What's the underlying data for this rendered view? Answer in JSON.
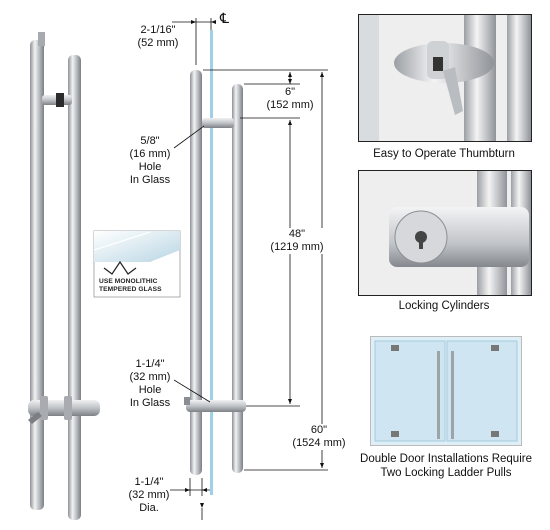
{
  "dimensions": {
    "offset": {
      "in": "2-1/16\"",
      "mm": "(52 mm)"
    },
    "centerline_symbol": "℄",
    "top_gap": {
      "in": "6\"",
      "mm": "(152 mm)"
    },
    "hole_top": {
      "in": "5/8\"",
      "mm": "(16 mm)",
      "l3": "Hole",
      "l4": "In Glass"
    },
    "center_to_center": {
      "in": "48\"",
      "mm": "(1219 mm)"
    },
    "hole_bottom": {
      "in": "1-1/4\"",
      "mm": "(32 mm)",
      "l3": "Hole",
      "l4": "In Glass"
    },
    "overall": {
      "in": "60\"",
      "mm": "(1524 mm)"
    },
    "diameter": {
      "in": "1-1/4\"",
      "mm": "(32 mm)",
      "l3": "Dia."
    }
  },
  "badge": {
    "line1": "USE MONOLITHIC",
    "line2": "TEMPERED GLASS"
  },
  "photos": [
    {
      "caption": "Easy to Operate Thumbturn",
      "icon": "thumbturn-photo"
    },
    {
      "caption": "Locking Cylinders",
      "icon": "cylinder-photo"
    },
    {
      "caption_l1": "Double Door Installations Require",
      "caption_l2": "Two Locking Ladder Pulls",
      "icon": "double-door-photo"
    }
  ],
  "colors": {
    "glass": "#9fd0ea",
    "steel": "#c9ccd0",
    "steel_dark": "#8a8e93"
  }
}
